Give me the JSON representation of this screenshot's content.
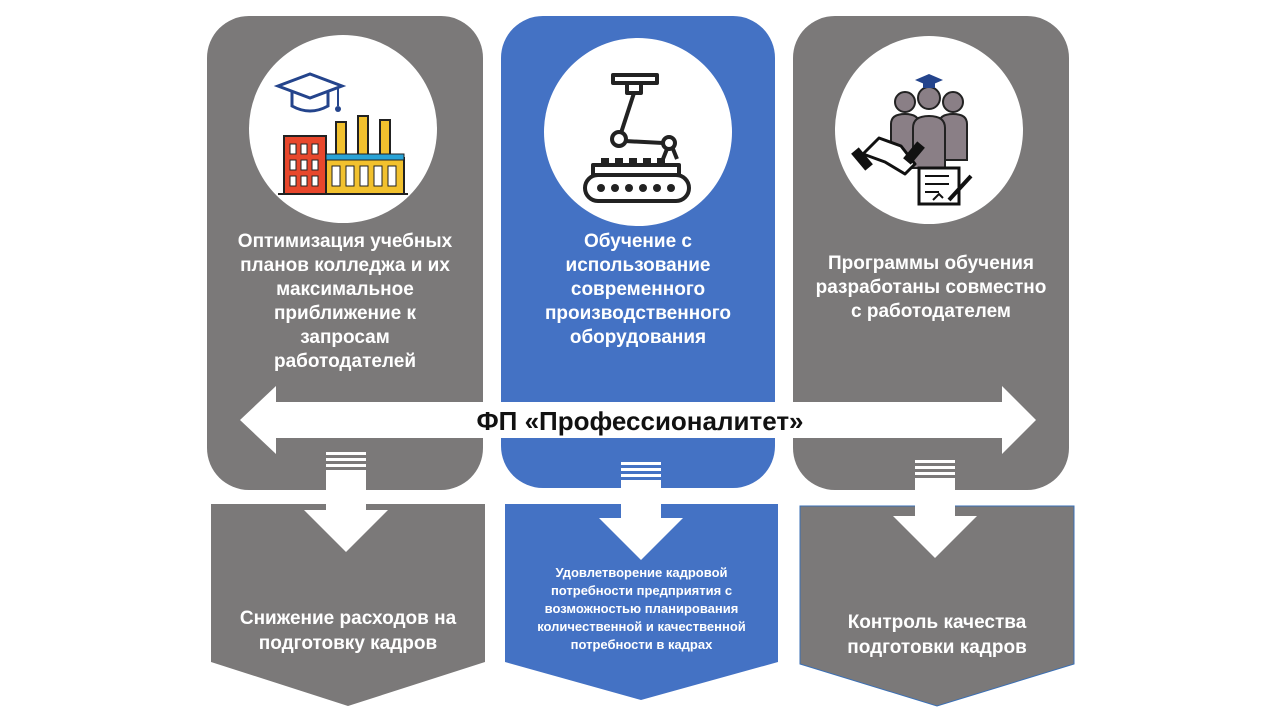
{
  "colors": {
    "gray": "#7b7979",
    "blue": "#4472c4",
    "white": "#ffffff"
  },
  "banner": {
    "label": "ФП «Профессионалитет»"
  },
  "columns": [
    {
      "top_text": "Оптимизация учебных\nпланов колледжа и их\nмаксимальное\nприближение к\nзапросам\nработодателей",
      "bottom_text": "Снижение расходов на\nподготовку кадров",
      "icon": "factory-graduation-cap-icon",
      "color": "gray"
    },
    {
      "top_text": "Обучение с\nиспользование\nсовременного\nпроизводственного\nоборудования",
      "bottom_text": "Удовлетворение кадровой\nпотребности предприятия с\nвозможностью планирования\nколичественной и качественной\nпотребности в кадрах",
      "icon": "robot-arm-conveyor-icon",
      "color": "blue"
    },
    {
      "top_text": "Программы обучения\nразработаны совместно\nс работодателем",
      "bottom_text": "Контроль качества\nподготовки кадров",
      "icon": "people-handshake-contract-icon",
      "color": "gray"
    }
  ]
}
